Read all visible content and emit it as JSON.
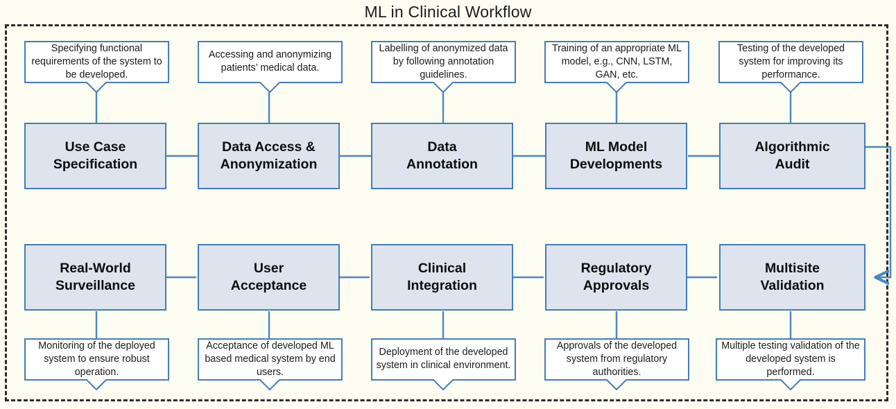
{
  "title": "ML in Clinical Workflow",
  "colors": {
    "box_fill": "#dde4ee",
    "box_border": "#447cb8",
    "connector": "#4a86c0",
    "frame": "#2b2b2b",
    "background": "#fdfdf1",
    "text": "#0d0d0d"
  },
  "diagram": {
    "type": "flowchart",
    "frame_style": "dashed",
    "rows": [
      {
        "name": "top-row",
        "direction": "left-to-right",
        "steps": [
          {
            "id": "use-case-specification",
            "label": "Use Case\nSpecification",
            "label_lines": [
              "Use Case",
              "Specification"
            ],
            "note": "Specifying functional requirements of the system to be developed.",
            "note_lines": [
              "Specifying functional",
              "requirements of the",
              "system to be developed."
            ],
            "note_position": "above"
          },
          {
            "id": "data-access-anonymization",
            "label": "Data Access &\nAnonymization",
            "label_lines": [
              "Data Access &",
              "Anonymization"
            ],
            "note": "Accessing and anonymizing patients’ medical data.",
            "note_lines": [
              "Accessing and",
              "anonymizing patients’",
              "medical data."
            ],
            "note_position": "above"
          },
          {
            "id": "data-annotation",
            "label": "Data\nAnnotation",
            "label_lines": [
              "Data",
              "Annotation"
            ],
            "note": "Labelling of anonymized data by following annotation guidelines.",
            "note_lines": [
              "Labelling of anonymized",
              "data by following",
              "annotation guidelines."
            ],
            "note_position": "above"
          },
          {
            "id": "ml-model-developments",
            "label": "ML Model\nDevelopments",
            "label_lines": [
              "ML Model",
              "Developments"
            ],
            "note": "Training of an appropriate ML model, e.g., CNN, LSTM, GAN, etc.",
            "note_lines": [
              "Training of an appropriate",
              "ML model, e.g., CNN,",
              "LSTM, GAN, etc."
            ],
            "note_position": "above"
          },
          {
            "id": "algorithmic-audit",
            "label": "Algorithmic\nAudit",
            "label_lines": [
              "Algorithmic",
              "Audit"
            ],
            "note": "Testing of the developed system for improving its performance.",
            "note_lines": [
              "Testing of the developed",
              "system for improving its",
              "performance."
            ],
            "note_position": "above"
          }
        ]
      },
      {
        "name": "bottom-row",
        "direction": "right-to-left",
        "steps": [
          {
            "id": "real-world-surveillance",
            "label": "Real-World\nSurveillance",
            "label_lines": [
              "Real-World",
              "Surveillance"
            ],
            "note": "Monitoring of the deployed system to ensure robust operation.",
            "note_lines": [
              "Monitoring of the",
              "deployed system to",
              "ensure robust operation."
            ],
            "note_position": "below"
          },
          {
            "id": "user-acceptance",
            "label": "User\nAcceptance",
            "label_lines": [
              "User",
              "Acceptance"
            ],
            "note": "Acceptance of developed ML based medical system by end users.",
            "note_lines": [
              "Acceptance of developed",
              "ML based medical system",
              "by end users."
            ],
            "note_position": "below"
          },
          {
            "id": "clinical-integration",
            "label": "Clinical\nIntegration",
            "label_lines": [
              "Clinical",
              "Integration"
            ],
            "note": "Deployment of the developed system in clinical environment.",
            "note_lines": [
              "Deployment of the",
              "developed system in",
              "clinical environment."
            ],
            "note_position": "below"
          },
          {
            "id": "regulatory-approvals",
            "label": "Regulatory\nApprovals",
            "label_lines": [
              "Regulatory",
              "Approvals"
            ],
            "note": "Approvals of the developed system from regulatory authorities.",
            "note_lines": [
              "Approvals of the",
              "developed system from",
              "regulatory authorities."
            ],
            "note_position": "below"
          },
          {
            "id": "multisite-validation",
            "label": "Multisite\nValidation",
            "label_lines": [
              "Multisite",
              "Validation"
            ],
            "note": "Multiple testing validation of the developed system is performed.",
            "note_lines": [
              "Multiple testing validation",
              "of the developed system",
              "is performed."
            ],
            "note_position": "below"
          }
        ]
      }
    ],
    "flow_order": [
      "use-case-specification",
      "data-access-anonymization",
      "data-annotation",
      "ml-model-developments",
      "algorithmic-audit",
      "multisite-validation",
      "regulatory-approvals",
      "clinical-integration",
      "user-acceptance",
      "real-world-surveillance"
    ]
  }
}
